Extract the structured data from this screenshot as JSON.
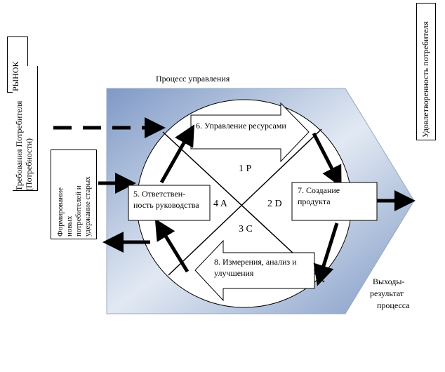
{
  "process_title": "Процесс  управления",
  "market_label": "РЫНОК",
  "requirements_label": "Требования Потребителя (Потребности)",
  "satisfaction_label": "Удовлетворенность потребителя",
  "forming_label": [
    "Формирование",
    "новых",
    "потребителей и",
    "удержание старых"
  ],
  "nodes": {
    "n5": [
      "5. Ответствен-",
      "ность руководства"
    ],
    "n6": "6. Управление ресурсами",
    "n7": [
      "7. Создание",
      "продукта"
    ],
    "n8": [
      "8. Измерения, анализ и",
      "улучшения"
    ]
  },
  "cycle": {
    "p": "1 P",
    "d": "2 D",
    "c": "3 C",
    "a": "4 A"
  },
  "output_label": [
    "Выходы-",
    "результат",
    "процесса"
  ],
  "colors": {
    "panel_dark": "#7f99c6",
    "panel_light": "#dde6f2",
    "outline": "#000000"
  }
}
